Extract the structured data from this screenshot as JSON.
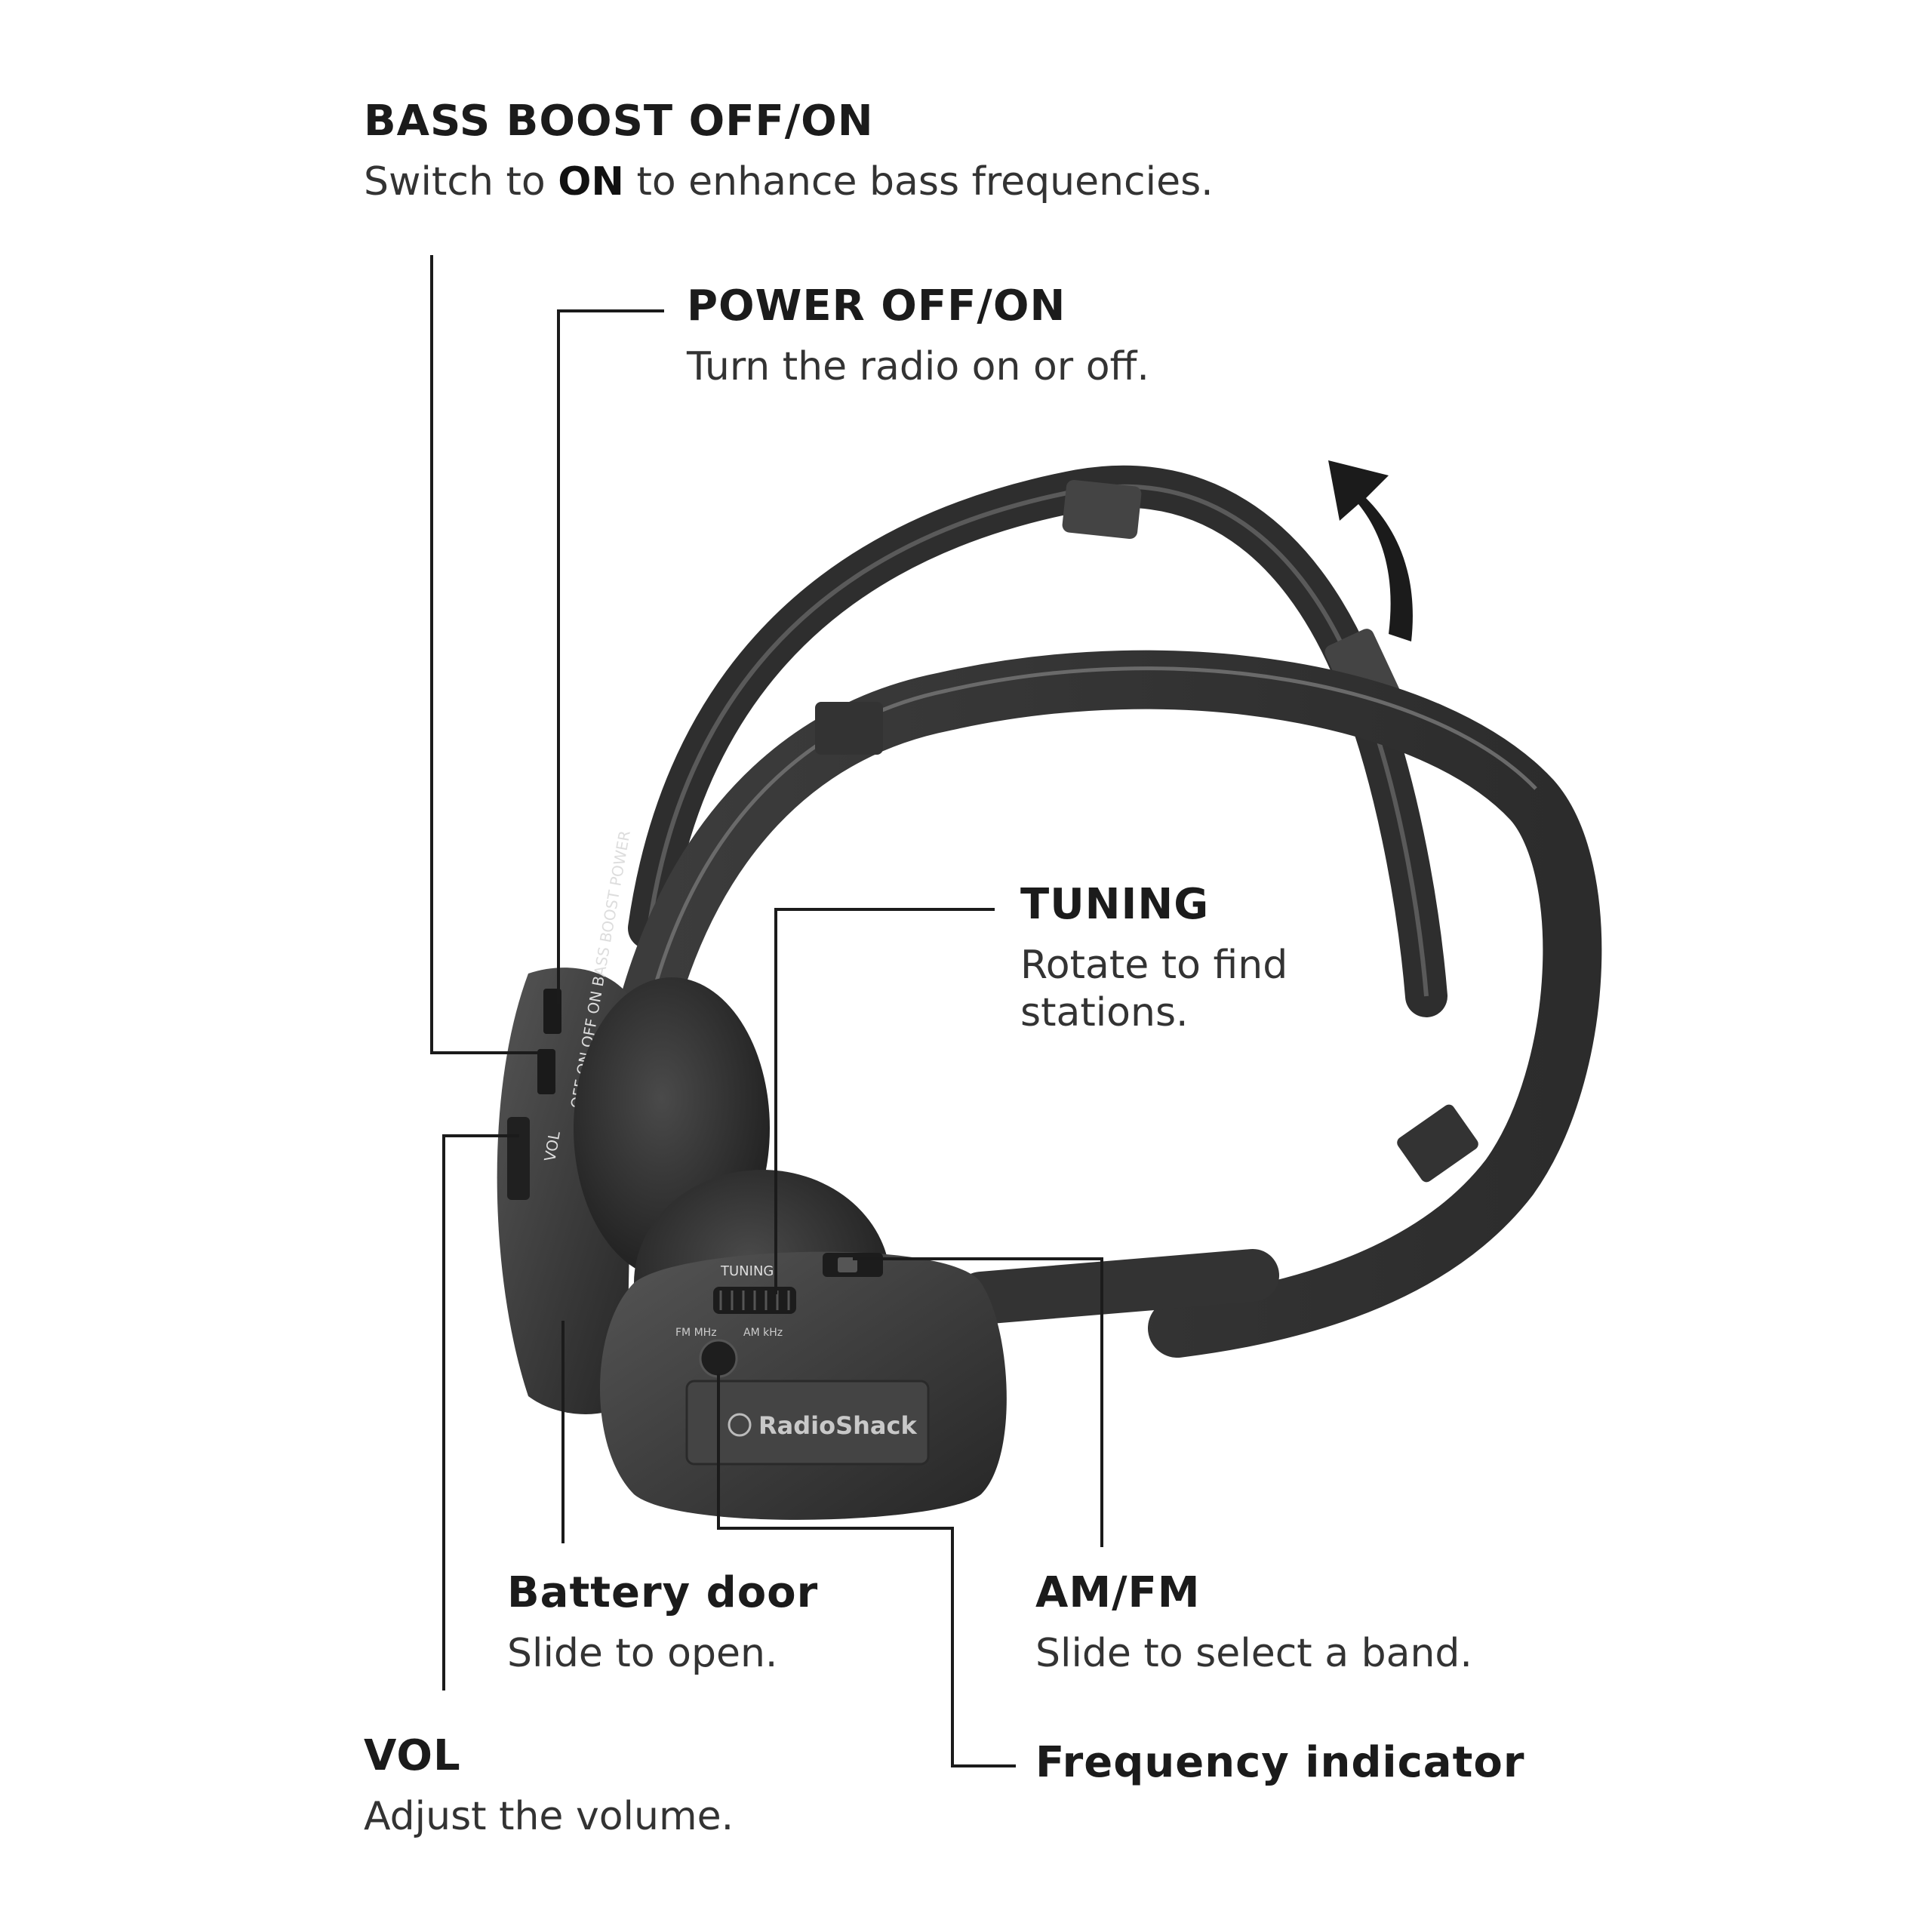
{
  "callouts": {
    "bass_boost": {
      "title": "BASS BOOST OFF/ON",
      "desc_before": "Switch to ",
      "desc_bold": "ON",
      "desc_after": " to enhance bass frequencies."
    },
    "power": {
      "title": "POWER OFF/ON",
      "desc": "Turn the radio on or off."
    },
    "tuning": {
      "title": "TUNING",
      "desc": "Rotate to find stations."
    },
    "battery_door": {
      "title": "Battery door",
      "desc": "Slide to open."
    },
    "am_fm": {
      "title": "AM/FM",
      "desc": "Slide to select a band."
    },
    "vol": {
      "title": "VOL",
      "desc": "Adjust the volume."
    },
    "frequency_indicator": {
      "title": "Frequency indicator"
    }
  },
  "device": {
    "brand": "RadioShack",
    "switch_markings": "OFF ON OFF ON BASS BOOST POWER",
    "vol_marking": "VOL",
    "tuning_marking": "TUNING",
    "band_marking_fm": "FM MHz",
    "band_marking_am": "AM kHz"
  },
  "icons": {
    "arrow": "curved-up-arrow-icon"
  },
  "colors": {
    "line": "#1b1b1b",
    "device": "#3a3a3a",
    "device_dark": "#262626",
    "foam": "#2b2b2b"
  }
}
